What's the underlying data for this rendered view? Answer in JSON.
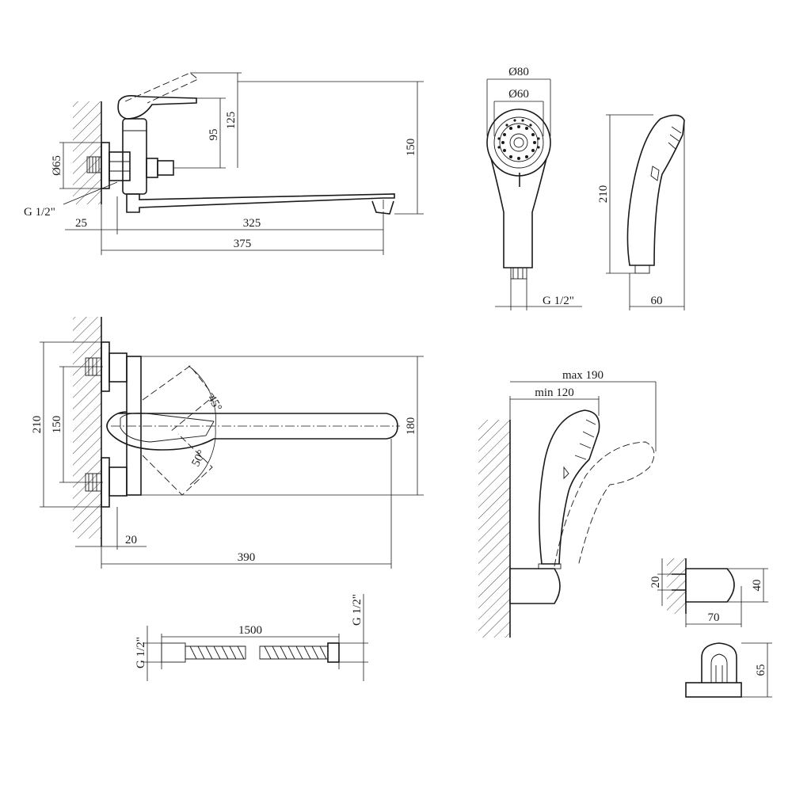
{
  "dims": {
    "d1": "125",
    "d2": "95",
    "d3": "150",
    "d4": "Ø65",
    "d5": "G 1/2\"",
    "d6": "25",
    "d7": "325",
    "d8": "375",
    "d9": "Ø80",
    "d10": "Ø60",
    "d11": "210",
    "d12": "G 1/2\"",
    "d13": "60",
    "d14": "45°",
    "d15": "50°",
    "d16": "210",
    "d17": "150",
    "d18": "180",
    "d19": "20",
    "d20": "390",
    "d21": "max 190",
    "d22": "min 120",
    "d23": "20",
    "d24": "40",
    "d25": "70",
    "d26": "65",
    "d27": "1500",
    "d28": "G 1/2\"",
    "d29": "G 1/2\""
  }
}
